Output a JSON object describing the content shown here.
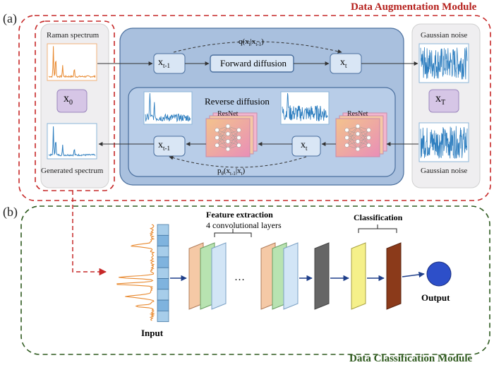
{
  "panel_a": "(a)",
  "panel_b": "(b)",
  "aug_title": "Data Augmentation Module",
  "cls_title": "Data Classification Module",
  "raman_label": "Raman spectrum",
  "generated_label": "Generated spectrum",
  "gauss_top": "Gaussian noise",
  "gauss_bottom": "Gaussian noise",
  "forward_label": "Forward diffusion",
  "reverse_label": "Reverse diffusion",
  "resnet": "ResNet",
  "feature_title": "Feature extraction",
  "feature_sub": "4 convolutional layers",
  "classification": "Classification",
  "input": "Input",
  "output": "Output",
  "ellipsis": "…",
  "colors": {
    "red_dash": "#c62828",
    "green_dash": "#2e5a1f",
    "inner_fill": "#a9c0de",
    "inner_stroke": "#4a6f9e",
    "node_fill": "#d9e6f5",
    "spectrum_orange": "#e8892f",
    "spectrum_blue": "#2f7fc0",
    "arrow_blue": "#1f3f8a"
  }
}
